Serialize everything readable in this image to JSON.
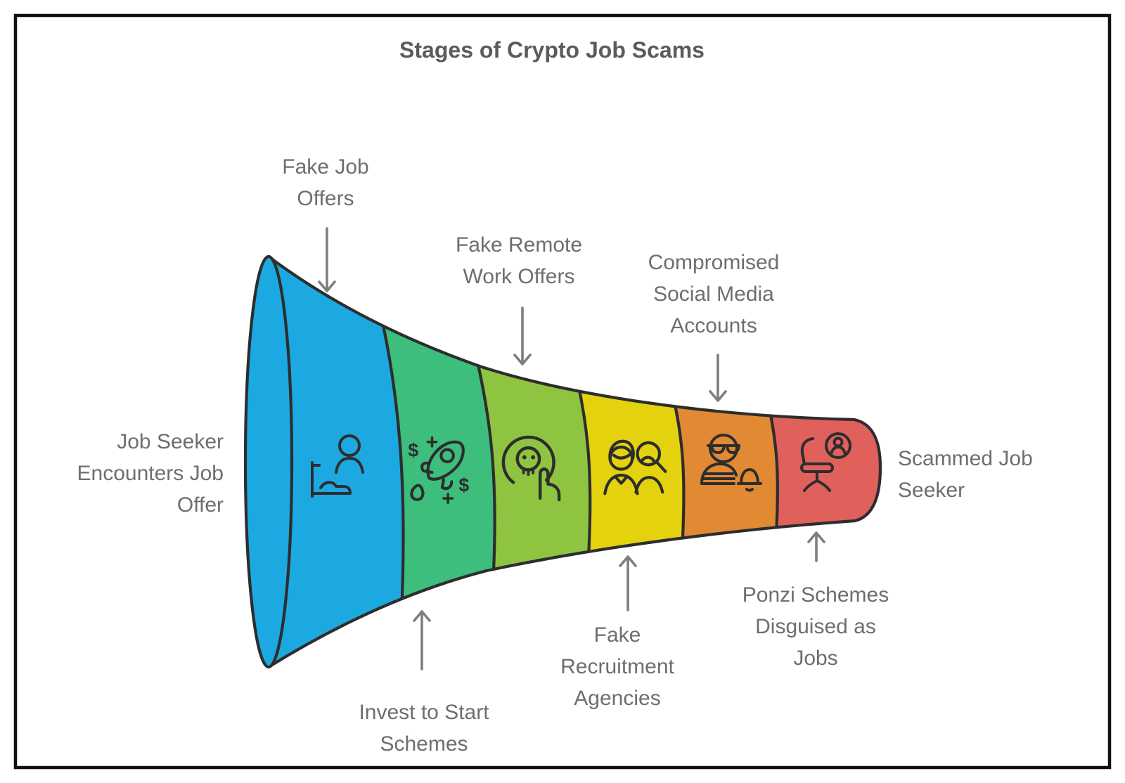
{
  "title": "Stages of Crypto Job Scams",
  "colors": {
    "outline": "#2d2d2d",
    "label_text": "#6e6e6e",
    "title_text": "#5b5b5b",
    "arrow": "#7e7e7e",
    "border": "#111111",
    "background": "#ffffff"
  },
  "funnel": {
    "entry_label": {
      "lines": [
        "Job Seeker",
        "Encounters Job",
        "Offer"
      ]
    },
    "exit_label": {
      "lines": [
        "Scammed Job",
        "Seeker"
      ]
    },
    "dollar_glyph": "$",
    "stages": [
      {
        "label_lines": [
          "Fake Job",
          "Offers"
        ],
        "label_position": "top",
        "color": "#1ca9e2",
        "icon": "person-bed-icon"
      },
      {
        "label_lines": [
          "Invest to Start",
          "Schemes"
        ],
        "label_position": "bottom",
        "color": "#3dbe7d",
        "icon": "rocket-dollars-icon"
      },
      {
        "label_lines": [
          "Fake Remote",
          "Work Offers"
        ],
        "label_position": "top",
        "color": "#8fc441",
        "icon": "skull-click-icon"
      },
      {
        "label_lines": [
          "Fake",
          "Recruitment",
          "Agencies"
        ],
        "label_position": "bottom",
        "color": "#e5d20f",
        "icon": "recruiters-search-icon"
      },
      {
        "label_lines": [
          "Compromised",
          "Social Media",
          "Accounts"
        ],
        "label_position": "top",
        "color": "#e18a33",
        "icon": "hacker-bell-icon"
      },
      {
        "label_lines": [
          "Ponzi Schemes",
          "Disguised as",
          "Jobs"
        ],
        "label_position": "bottom",
        "color": "#e0605c",
        "icon": "office-chair-user-icon"
      }
    ]
  }
}
